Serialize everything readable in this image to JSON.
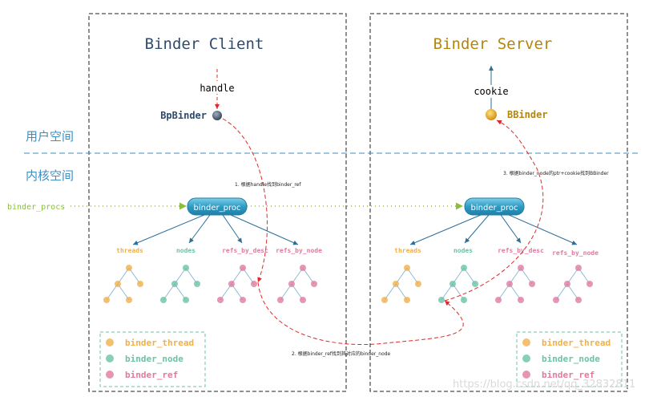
{
  "colors": {
    "client_title": "#2e4b6e",
    "server_title": "#b5860b",
    "space_label": "#3b8fc2",
    "procs": "#8bbf3c",
    "thread": "#f0b04c",
    "node": "#6cc3a6",
    "ref": "#e07aa0",
    "flow": "#e0282a",
    "arrow": "#2e6e99",
    "proc_fill": "#3aa6c9"
  },
  "client": {
    "title": "Binder Client",
    "handle": "handle",
    "bpbinder": "BpBinder"
  },
  "server": {
    "title": "Binder Server",
    "cookie": "cookie",
    "bbinder": "BBinder"
  },
  "spaces": {
    "user": "用户空间",
    "kernel": "内核空间"
  },
  "binder_procs": "binder_procs",
  "proc_label": "binder_proc",
  "client_tree_labels": [
    "threads",
    "nodes",
    "refs_by_desc",
    "refs_by_node"
  ],
  "server_tree_labels": [
    "threads",
    "nodes",
    "refs_by_desc",
    "refs_by_node"
  ],
  "steps": {
    "step1": "1. 根据handle找到binder_ref",
    "step2": "2. 根据binder_ref找到其对应的binder_node",
    "step3": "3. 根据binder_node的ptr+cookie找到BBinder"
  },
  "legend": {
    "thread": "binder_thread",
    "node": "binder_node",
    "ref": "binder_ref"
  },
  "watermark": "https://blog.csdn.net/qq_32832811"
}
